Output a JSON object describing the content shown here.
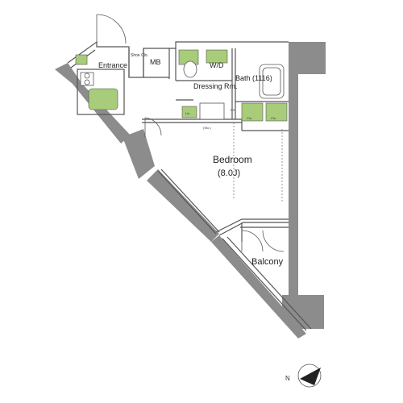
{
  "colors": {
    "wall": "#8c8c8c",
    "line": "#555555",
    "green": "#a8cc7a"
  },
  "rooms": {
    "entrance": "Entrance",
    "mb": "MB",
    "shoe_clo": "Shoe Clo.",
    "dressing": "Dressing Rm.",
    "wd": "W/D",
    "bath": "Bath (1116)",
    "bedroom": "Bedroom",
    "bedroom_size": "(8.0J)",
    "balcony": "Balcony",
    "ps": "PS",
    "lin": "Lin",
    "sto": "(Sto.)",
    "clo": "Clo."
  },
  "compass": {
    "label": "N",
    "icon": "north-arrow-icon"
  }
}
